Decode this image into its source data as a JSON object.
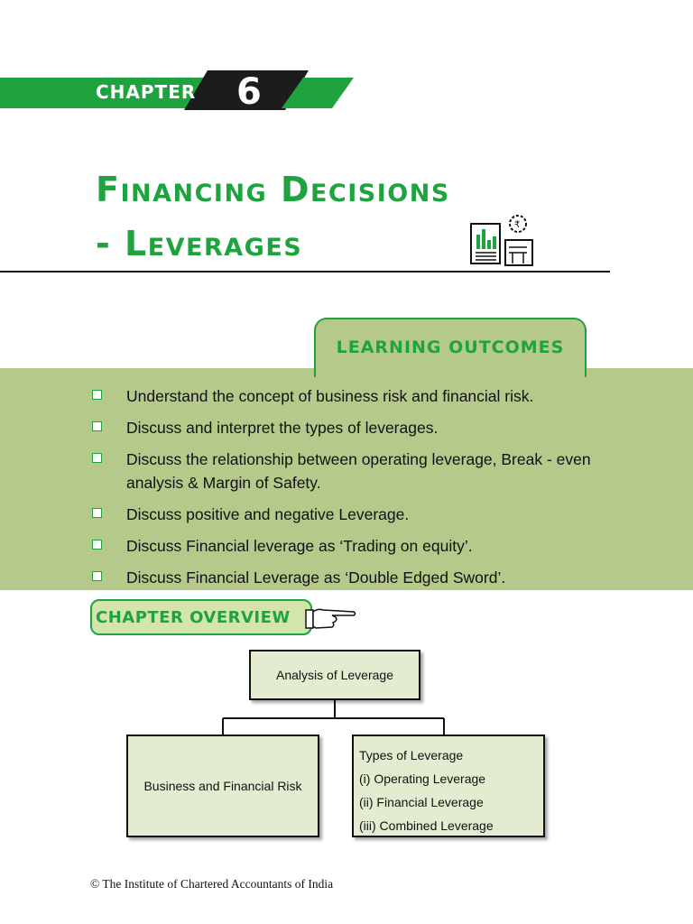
{
  "chapter": {
    "label": "CHAPTER",
    "number": "6"
  },
  "title": {
    "line1": "Financing  Decisions",
    "line2": "- Leverages"
  },
  "learning_outcomes": {
    "heading": "LEARNING OUTCOMES",
    "items": [
      "Understand the concept of business risk and financial risk.",
      "Discuss and interpret the types of leverages.",
      "Discuss the relationship between operating leverage, Break - even analysis & Margin of Safety.",
      "Discuss positive and negative Leverage.",
      "Discuss Financial leverage as ‘Trading on equity’.",
      "Discuss Financial Leverage as ‘Double Edged Sword’."
    ]
  },
  "chapter_overview": {
    "label": "CHAPTER OVERVIEW",
    "diagram": {
      "root": "Analysis of Leverage",
      "left": "Business and Financial Risk",
      "right": {
        "heading": "Types of Leverage",
        "items": [
          "(i)  Operating Leverage",
          "(ii)  Financial Leverage",
          "(iii) Combined Leverage"
        ]
      }
    }
  },
  "footer": "© The Institute of Chartered Accountants of India",
  "colors": {
    "green": "#1fa33f",
    "panel": "#b5c98a",
    "box_fill": "#e3ecd0"
  },
  "icons": [
    "finance-report-icon",
    "pointing-hand-icon",
    "bullet-square-icon"
  ]
}
